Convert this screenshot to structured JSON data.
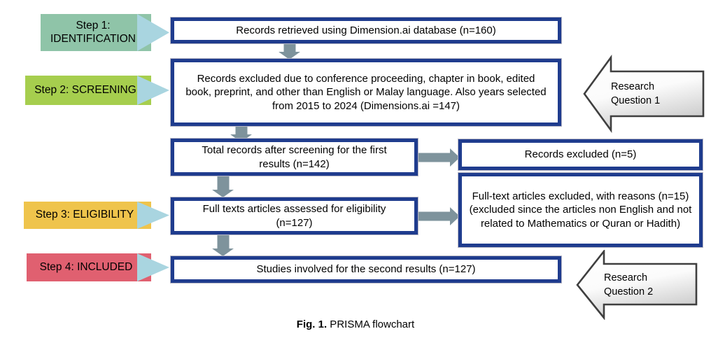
{
  "figure": {
    "caption_bold": "Fig. 1.",
    "caption_rest": " PRISMA flowchart"
  },
  "colors": {
    "box_border": "#1f3c8e",
    "connector": "#7e939c",
    "arrowhead_blue": "#a9d5e0",
    "step1": "#8fc4a8",
    "step2": "#a6ce4e",
    "step3": "#efc44c",
    "step4": "#e06070",
    "callout_outline": "#3f3f3f"
  },
  "steps": [
    {
      "label": "Step 1:\nIDENTIFICATION",
      "color": "#8fc4a8",
      "name": "identification"
    },
    {
      "label": "Step 2: SCREENING",
      "color": "#a6ce4e",
      "name": "screening"
    },
    {
      "label": "Step 3: ELIGIBILITY",
      "color": "#efc44c",
      "name": "eligibility"
    },
    {
      "label": "Step 4: INCLUDED",
      "color": "#e06070",
      "name": "included"
    }
  ],
  "boxes": {
    "records_retrieved": "Records retrieved using Dimension.ai database (n=160)",
    "records_excluded_screening": "Records excluded due to conference proceeding,  chapter in book, edited book, preprint, and other than English or Malay language. Also years selected from 2015 to 2024 (Dimensions.ai =147)",
    "total_after_screening": "Total records after screening for the first results (n=142)",
    "records_excluded_n5": "Records excluded (n=5)",
    "full_texts_assessed": "Full texts articles assessed for eligibility (n=127)",
    "full_text_excluded_reasons": "Full-text articles excluded, with reasons (n=15)  (excluded since the articles non English and not related to Mathematics or Quran or Hadith)",
    "studies_included": "Studies involved for the second results (n=127)"
  },
  "research_questions": [
    {
      "label": "Research\nQuestion 1",
      "name": "research-question-1"
    },
    {
      "label": "Research\nQuestion 2",
      "name": "research-question-2"
    }
  ],
  "counts": {
    "retrieved": 160,
    "after_screening_exclusion": 147,
    "total_after_screening": 142,
    "excluded_first": 5,
    "full_text_assessed": 127,
    "full_text_excluded": 15,
    "included": 127
  }
}
